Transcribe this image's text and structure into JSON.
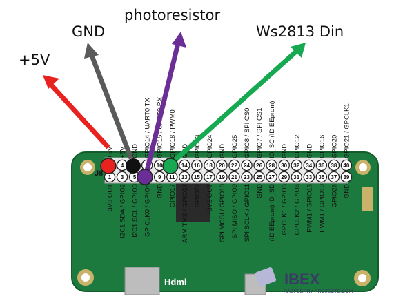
{
  "callouts": {
    "five_v": "+5V",
    "gnd": "GND",
    "photoresistor": "photoresistor",
    "ws2813": "Ws2813 Din"
  },
  "colors": {
    "board": "#1d7a3e",
    "board_edge": "#145c2c",
    "header_pin": "#d8d8d8",
    "red": "#e8231f",
    "black": "#111111",
    "dark_gray": "#5a5a5a",
    "purple": "#6b2e96",
    "green": "#17a852"
  },
  "header": {
    "connector_label": "J8",
    "top_pin_numbers": [
      "2",
      "4",
      "6",
      "8",
      "10",
      "12",
      "14",
      "16",
      "18",
      "20",
      "22",
      "24",
      "26",
      "28",
      "30",
      "32",
      "34",
      "36",
      "38",
      "40"
    ],
    "bottom_pin_numbers": [
      "1",
      "3",
      "5",
      "7",
      "9",
      "11",
      "13",
      "15",
      "17",
      "19",
      "21",
      "23",
      "25",
      "27",
      "29",
      "31",
      "33",
      "35",
      "37",
      "39"
    ],
    "top_labels": [
      "+5V",
      "+5V",
      "GND",
      "GPIO14 / UART0 TX",
      "GPIO15 / UART0 RX",
      "GPIO18 / PWM0",
      "GND",
      "GPIO23",
      "GPIO24",
      "GND",
      "GPIO25",
      "GPIO8 / SPI CS0",
      "GPIO7 / SPI CS1",
      "ID_SC (ID EEprom)",
      "GND",
      "GPIO12",
      "GND",
      "GPIO16",
      "GPIO20",
      "GPIO21 / GPCLK1"
    ],
    "bottom_labels": [
      "+3V3 OUT",
      "I2C1 SDA / GPIO2",
      "I2C1 SCL / GPIO3",
      "GP CLK0 / GPIO4",
      "GND",
      "GPIO17",
      "ARM TMS / GPIO27",
      "GPIO22",
      "+3V3 OUT",
      "SPI MOSI / GPIO10",
      "SPI MISO / GPIO9",
      "SPI SCLK / GPIO11",
      "GND",
      "(ID EEprom) ID_SD",
      "GPCLK1 / GPIO5",
      "GPCLK2 / GPIO6",
      "PWM1 / GPIO13",
      "PWM1 / GPIO19",
      "GPIO26",
      "GND"
    ]
  },
  "board": {
    "hdmi_label": "Hdmi",
    "brand": "IBEX",
    "brand_url": "RASPBERRY-PROJECTS.COM"
  }
}
